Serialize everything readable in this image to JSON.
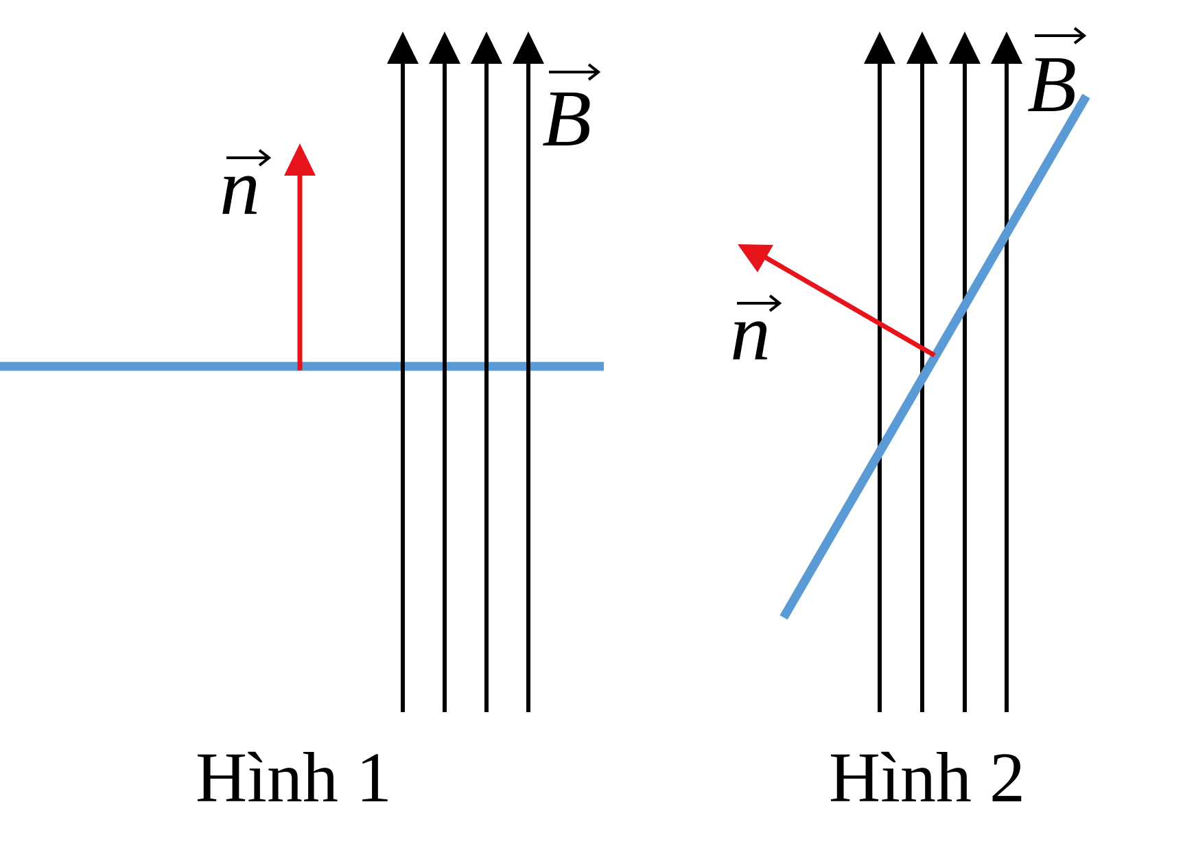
{
  "figures": [
    {
      "caption": "Hình 1",
      "normal_label": "n",
      "field_label": "B"
    },
    {
      "caption": "Hình 2",
      "normal_label": "n",
      "field_label": "B"
    }
  ],
  "colors": {
    "field_lines": "#000000",
    "normal_vector": "#e8141b",
    "surface": "#5b9bd5",
    "text": "#000000"
  }
}
